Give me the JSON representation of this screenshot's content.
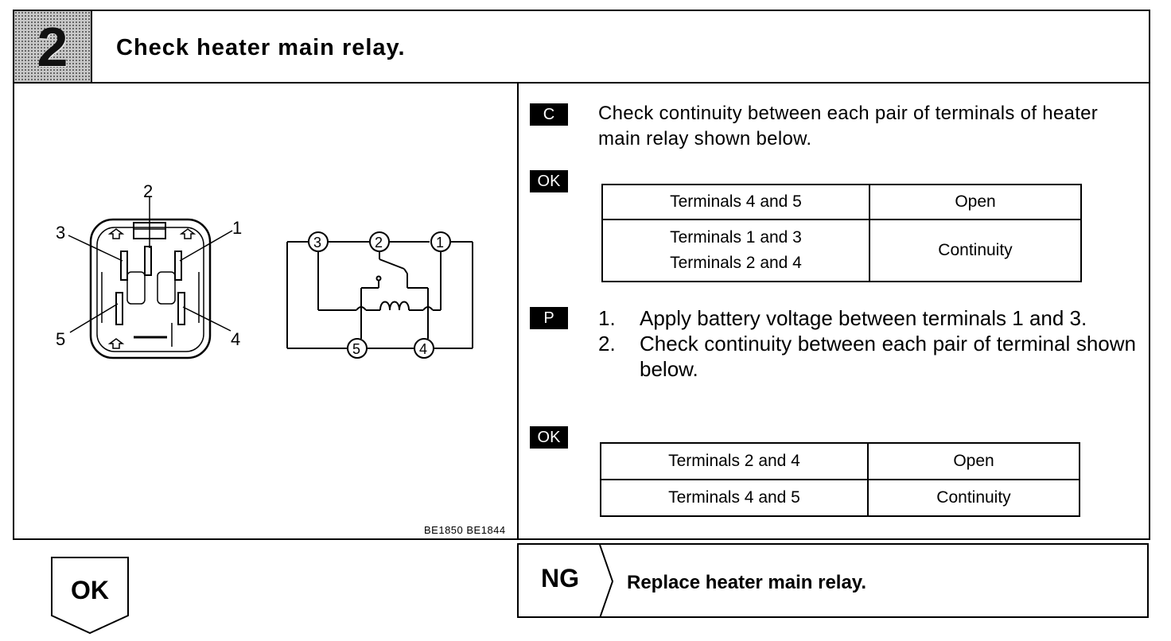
{
  "step": {
    "number": "2",
    "title": "Check heater main relay."
  },
  "figure": {
    "code": "BE1850 BE1844",
    "relay_labels": [
      "1",
      "2",
      "3",
      "4",
      "5"
    ],
    "circuit_labels": [
      "1",
      "2",
      "3",
      "4",
      "5"
    ]
  },
  "check_c": {
    "badge": "C",
    "text": "Check continuity between each pair of terminals of heater main relay shown below."
  },
  "ok1": {
    "badge": "OK",
    "table": [
      [
        "Terminals 4 and 5",
        "Open"
      ],
      [
        "Terminals 1 and 3",
        "Terminals 2 and 4",
        "Continuity"
      ]
    ]
  },
  "check_p": {
    "badge": "P",
    "items": [
      {
        "num": "1.",
        "text": "Apply battery voltage between terminals 1 and 3."
      },
      {
        "num": "2.",
        "text": "Check continuity between each pair of terminal shown below."
      }
    ]
  },
  "ok2": {
    "badge": "OK",
    "table": [
      [
        "Terminals 2 and 4",
        "Open"
      ],
      [
        "Terminals 4 and 5",
        "Continuity"
      ]
    ]
  },
  "ng": {
    "label": "NG",
    "text": "Replace heater main relay."
  },
  "ok_result": {
    "label": "OK"
  }
}
